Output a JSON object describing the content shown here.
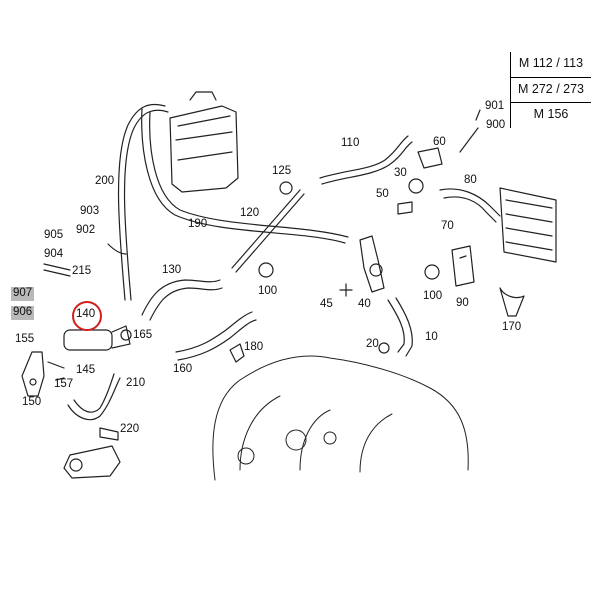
{
  "models": [
    "M 112 / 113",
    "M 272 / 273",
    "M 156"
  ],
  "labels": {
    "l10": "10",
    "l20": "20",
    "l30": "30",
    "l40": "40",
    "l45": "45",
    "l50": "50",
    "l60": "60",
    "l70": "70",
    "l80": "80",
    "l90": "90",
    "l100a": "100",
    "l100b": "100",
    "l110": "110",
    "l120": "120",
    "l125": "125",
    "l130": "130",
    "l140": "140",
    "l145": "145",
    "l150": "150",
    "l155": "155",
    "l157": "157",
    "l160": "160",
    "l165": "165",
    "l170": "170",
    "l180": "180",
    "l190": "190",
    "l200": "200",
    "l210": "210",
    "l215": "215",
    "l220": "220",
    "l900": "900",
    "l901": "901",
    "l902": "902",
    "l903": "903",
    "l904": "904",
    "l905": "905",
    "l906": "906",
    "l907": "907"
  },
  "highlighted_part": "140",
  "colors": {
    "line": "#222222",
    "callout": "#d21f1f",
    "label_highlight": "#b9b9b9"
  }
}
